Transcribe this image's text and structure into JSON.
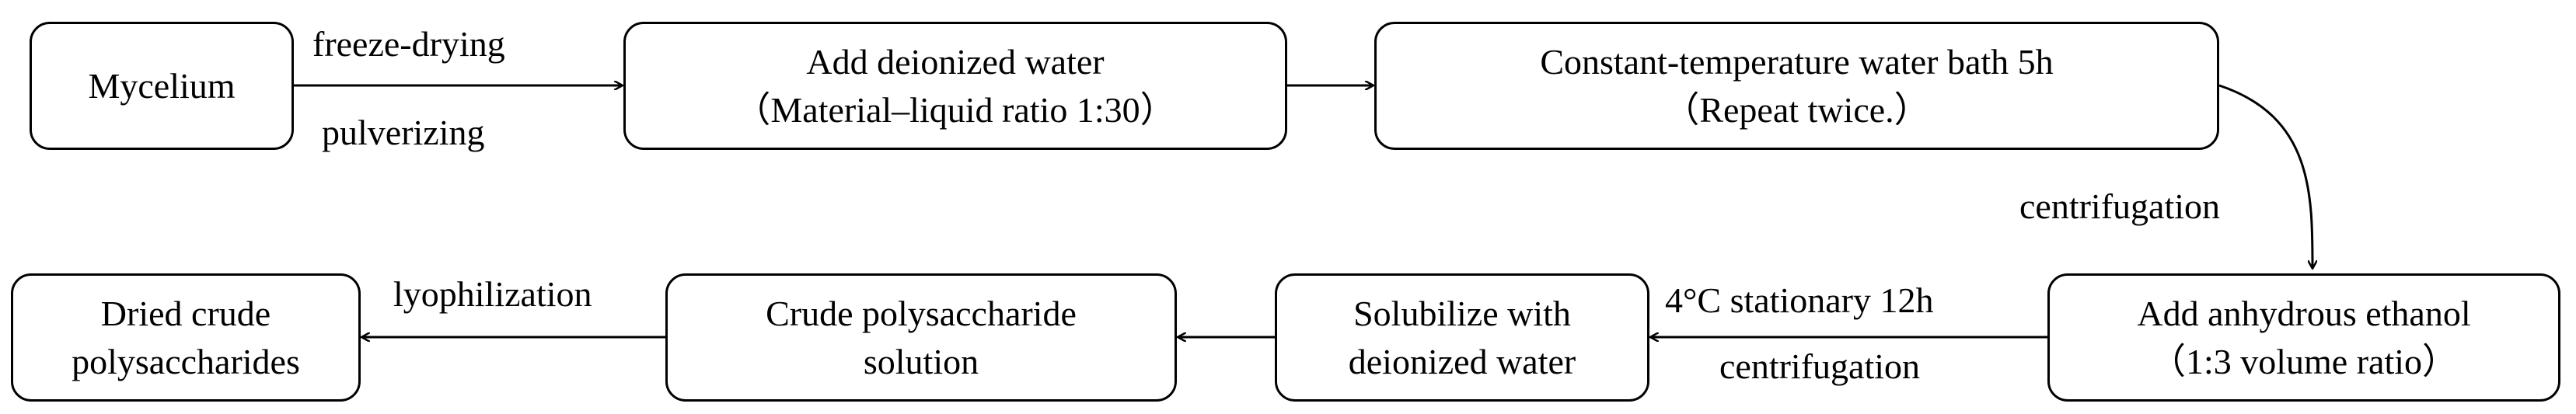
{
  "boxes": {
    "mycelium": {
      "line1": "Mycelium"
    },
    "add_water": {
      "line1": "Add deionized water",
      "line2": "（Material–liquid ratio 1:30）"
    },
    "water_bath": {
      "line1": "Constant-temperature water bath 5h",
      "line2": "（Repeat twice.）"
    },
    "add_ethanol": {
      "line1": "Add anhydrous ethanol",
      "line2": "（1:3 volume ratio）"
    },
    "solubilize": {
      "line1": "Solubilize with",
      "line2": "deionized water"
    },
    "crude_solution": {
      "line1": "Crude polysaccharide",
      "line2": "solution"
    },
    "dried": {
      "line1": "Dried crude",
      "line2": "polysaccharides"
    }
  },
  "labels": {
    "freeze_drying": "freeze-drying",
    "pulverizing": "pulverizing",
    "centrifugation_1": "centrifugation",
    "stationary": "4°C stationary 12h",
    "centrifugation_2": "centrifugation",
    "lyophilization": "lyophilization"
  }
}
